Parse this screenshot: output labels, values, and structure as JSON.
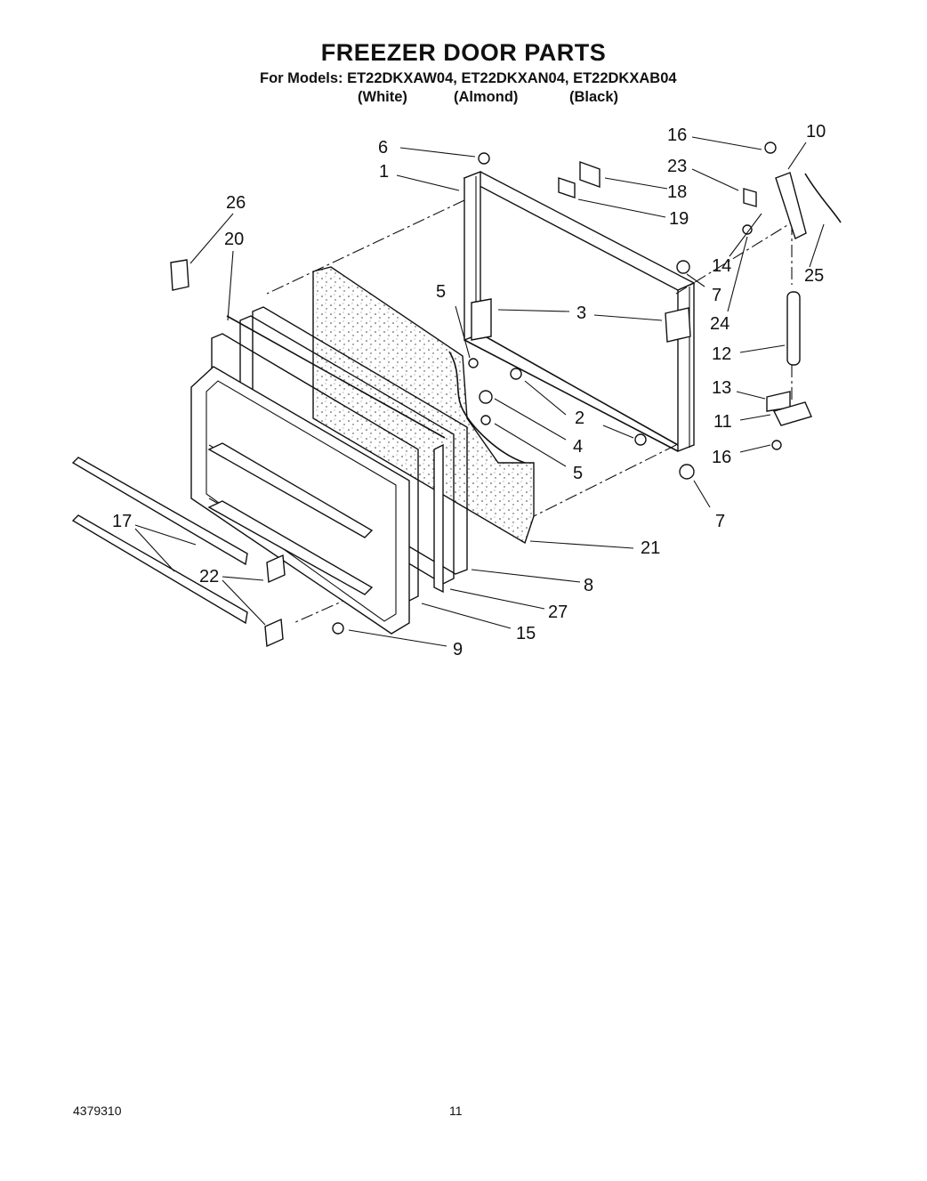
{
  "header": {
    "title": "FREEZER DOOR PARTS",
    "models": "For Models: ET22DKXAW04, ET22DKXAN04, ET22DKXAB04",
    "colors": [
      "(White)",
      "(Almond)",
      "(Black)"
    ]
  },
  "callouts": [
    "1",
    "2",
    "3",
    "4",
    "5",
    "6",
    "7",
    "8",
    "9",
    "10",
    "11",
    "12",
    "13",
    "14",
    "15",
    "16",
    "17",
    "18",
    "19",
    "20",
    "21",
    "22",
    "23",
    "24",
    "25",
    "26",
    "27"
  ],
  "footer": {
    "part_number": "4379310",
    "page": "11"
  }
}
